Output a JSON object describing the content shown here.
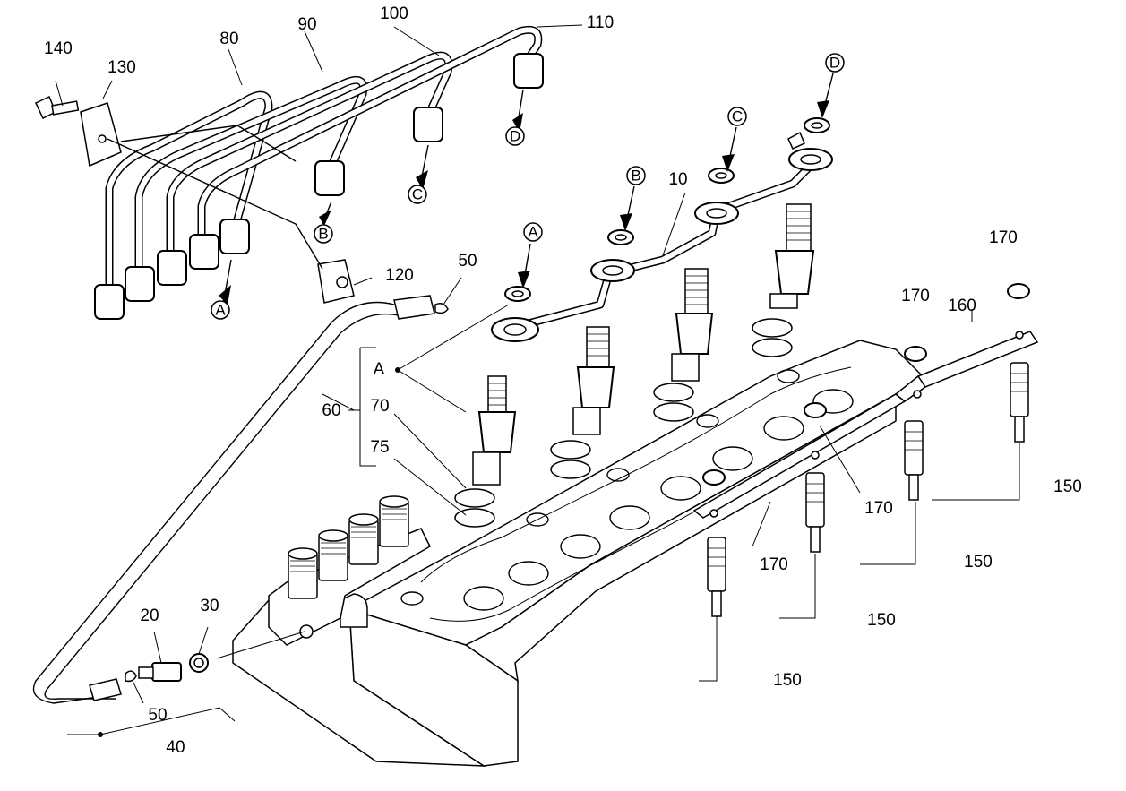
{
  "diagram": {
    "callouts": {
      "c10": "10",
      "c20": "20",
      "c30": "30",
      "c40": "40",
      "c50a": "50",
      "c50b": "50",
      "c60": "60",
      "c70": "70",
      "c75": "75",
      "c80": "80",
      "c90": "90",
      "c100": "100",
      "c110": "110",
      "c120": "120",
      "c130": "130",
      "c140": "140",
      "c150a": "150",
      "c150b": "150",
      "c150c": "150",
      "c150d": "150",
      "c160": "160",
      "c170a": "170",
      "c170b": "170",
      "c170c": "170",
      "c170d": "170"
    },
    "connection_markers": {
      "a_upper": "A",
      "a_lower": "A",
      "b_upper": "B",
      "b_lower": "B",
      "c_upper": "C",
      "c_lower": "C",
      "d_upper": "D",
      "d_lower": "D"
    },
    "group_label": "A"
  }
}
